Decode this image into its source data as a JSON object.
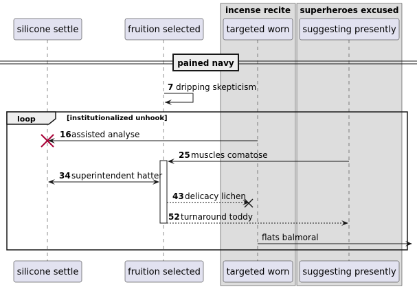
{
  "participants": [
    {
      "id": "p1",
      "label": "silicone settle"
    },
    {
      "id": "p2",
      "label": "fruition selected"
    },
    {
      "id": "p3",
      "label": "targeted worn"
    },
    {
      "id": "p4",
      "label": "suggesting presently"
    }
  ],
  "boxes": [
    {
      "id": "b1",
      "title": "incense recite"
    },
    {
      "id": "b2",
      "title": "superheroes excused"
    }
  ],
  "divider": {
    "label": "pained navy"
  },
  "loop": {
    "keyword": "loop",
    "condition": "[institutionalized unhook]"
  },
  "messages": [
    {
      "id": "m7",
      "num": "7",
      "text": "dripping skepticism"
    },
    {
      "id": "m16",
      "num": "16",
      "text": "assisted analyse"
    },
    {
      "id": "m25",
      "num": "25",
      "text": "muscles comatose"
    },
    {
      "id": "m34",
      "num": "34",
      "text": "superintendent hatter"
    },
    {
      "id": "m43",
      "num": "43",
      "text": "delicacy lichen"
    },
    {
      "id": "m52",
      "num": "52",
      "text": "turnaround toddy"
    },
    {
      "id": "mflats",
      "num": "",
      "text": "flats balmoral"
    }
  ],
  "colors": {
    "participant_fill": "#e2e2f0",
    "box_fill": "#dddddd",
    "line": "#181818",
    "destroy": "#a80036"
  }
}
